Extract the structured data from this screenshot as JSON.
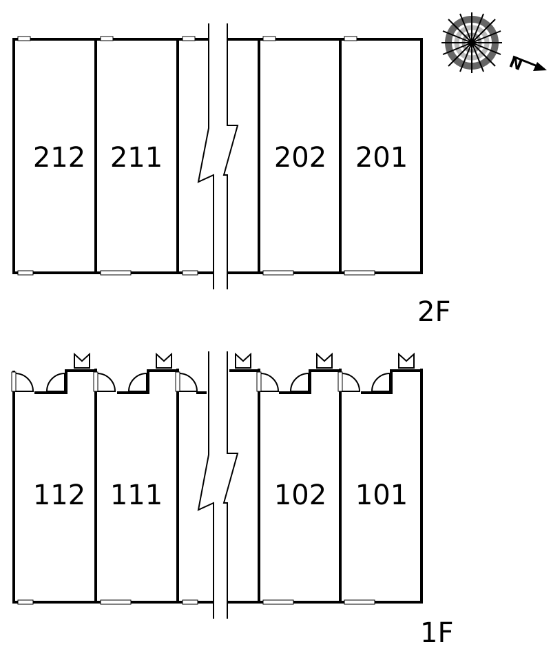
{
  "compass": {
    "north_label": "N"
  },
  "floors": [
    {
      "label": "2F",
      "units": [
        "212",
        "211",
        "202",
        "201"
      ]
    },
    {
      "label": "1F",
      "units": [
        "112",
        "111",
        "102",
        "101"
      ]
    }
  ]
}
